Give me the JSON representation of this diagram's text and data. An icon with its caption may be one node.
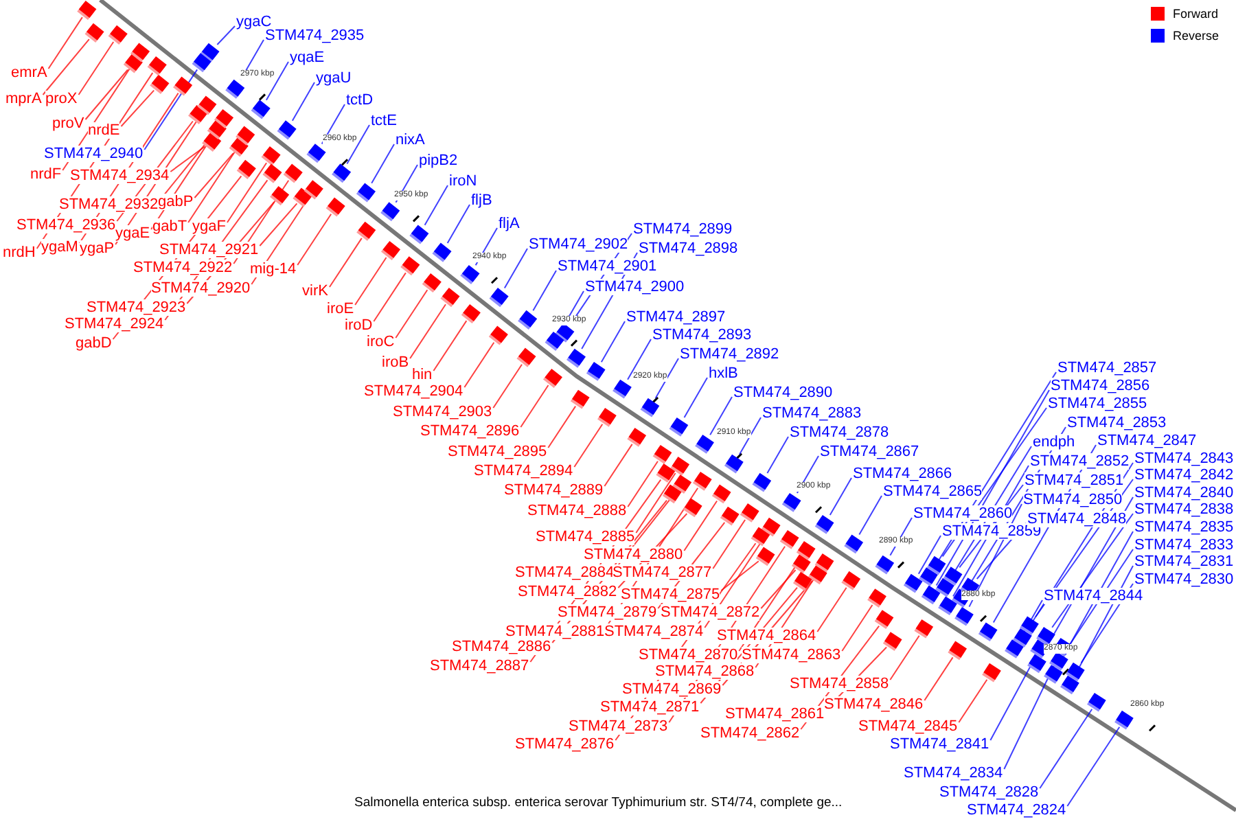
{
  "diagram": {
    "caption": "Salmonella enterica subsp. enterica serovar Typhimurium str. ST4/74, complete ge...",
    "nodes": [
      {
        "text": [
          "emrA"
        ]
      },
      {
        "text": [
          "mprA"
        ]
      },
      {
        "text": [
          "proX"
        ]
      },
      {
        "text": [
          "proV"
        ]
      },
      {
        "text": [
          "nrdE"
        ]
      },
      {
        "text": [
          "nrdF"
        ]
      },
      {
        "text": [
          "STM474_2934"
        ]
      },
      {
        "text": [
          "STM474_2932"
        ]
      },
      {
        "text": [
          "gabP"
        ]
      },
      {
        "text": [
          "STM474_2936"
        ]
      },
      {
        "text": [
          "gabT"
        ]
      },
      {
        "text": [
          "ygaF"
        ]
      },
      {
        "text": [
          "ygaE"
        ]
      },
      {
        "text": [
          "nrdH"
        ]
      },
      {
        "text": [
          "ygaM"
        ]
      },
      {
        "text": [
          "ygaP"
        ]
      },
      {
        "text": [
          "STM474_2921"
        ]
      },
      {
        "text": [
          "STM474_2922"
        ]
      },
      {
        "text": [
          "mig-14"
        ]
      },
      {
        "text": [
          "STM474_2920"
        ]
      },
      {
        "text": [
          "virK"
        ]
      },
      {
        "text": [
          "STM474_2923"
        ]
      },
      {
        "text": [
          "STM474_2924"
        ]
      },
      {
        "text": [
          "gabD"
        ]
      },
      {
        "text": [
          "iroE"
        ]
      },
      {
        "text": [
          "iroD"
        ]
      },
      {
        "text": [
          "iroC"
        ]
      },
      {
        "text": [
          "iroB"
        ]
      },
      {
        "text": [
          "hin"
        ]
      },
      {
        "text": [
          "STM474_2904"
        ]
      },
      {
        "text": [
          "STM474_2903"
        ]
      },
      {
        "text": [
          "STM474_2896"
        ]
      },
      {
        "text": [
          "STM474_2895"
        ]
      },
      {
        "text": [
          "STM474_2894"
        ]
      },
      {
        "text": [
          "STM474_2889"
        ]
      },
      {
        "text": [
          "STM474_2888"
        ]
      },
      {
        "text": [
          "STM474_2885"
        ]
      },
      {
        "text": [
          "STM474_2880"
        ]
      },
      {
        "text": [
          "STM474_2884"
        ]
      },
      {
        "text": [
          "STM474_2877"
        ]
      },
      {
        "text": [
          "STM474_2882"
        ]
      },
      {
        "text": [
          "STM474_2875"
        ]
      },
      {
        "text": [
          "STM474_2879"
        ]
      },
      {
        "text": [
          "STM474_2872"
        ]
      },
      {
        "text": [
          "STM474_2881"
        ]
      },
      {
        "text": [
          "STM474_2874"
        ]
      },
      {
        "text": [
          "STM474_2886"
        ]
      },
      {
        "text": [
          "STM474_2887"
        ]
      },
      {
        "text": [
          "STM474_2864"
        ]
      },
      {
        "text": [
          "STM474_2870"
        ]
      },
      {
        "text": [
          "STM474_2863"
        ]
      },
      {
        "text": [
          "STM474_2868"
        ]
      },
      {
        "text": [
          "STM474_2869"
        ]
      },
      {
        "text": [
          "STM474_2858"
        ]
      },
      {
        "text": [
          "STM474_2871"
        ]
      },
      {
        "text": [
          "STM474_2846"
        ]
      },
      {
        "text": [
          "STM474_2873"
        ]
      },
      {
        "text": [
          "STM474_2861"
        ]
      },
      {
        "text": [
          "STM474_2845"
        ]
      },
      {
        "text": [
          "STM474_2876"
        ]
      },
      {
        "text": [
          "STM474_2862"
        ]
      },
      {
        "text": [
          "ygaC"
        ]
      },
      {
        "text": [
          "STM474_2935"
        ]
      },
      {
        "text": [
          "yqaE"
        ]
      },
      {
        "text": [
          "ygaU"
        ]
      },
      {
        "text": [
          "STM474_2940"
        ]
      },
      {
        "text": [
          "tctD"
        ]
      },
      {
        "text": [
          "tctE"
        ]
      },
      {
        "text": [
          "nixA"
        ]
      },
      {
        "text": [
          "pipB2"
        ]
      },
      {
        "text": [
          "iroN"
        ]
      },
      {
        "text": [
          "fljB"
        ]
      },
      {
        "text": [
          "fljA"
        ]
      },
      {
        "text": [
          "STM474_2902"
        ]
      },
      {
        "text": [
          "STM474_2899"
        ]
      },
      {
        "text": [
          "STM474_2898"
        ]
      },
      {
        "text": [
          "STM474_2901"
        ]
      },
      {
        "text": [
          "STM474_2900"
        ]
      },
      {
        "text": [
          "STM474_2897"
        ]
      },
      {
        "text": [
          "STM474_2893"
        ]
      },
      {
        "text": [
          "STM474_2892"
        ]
      },
      {
        "text": [
          "hxlB"
        ]
      },
      {
        "text": [
          "STM474_2890"
        ]
      },
      {
        "text": [
          "STM474_2883"
        ]
      },
      {
        "text": [
          "STM474_2878"
        ]
      },
      {
        "text": [
          "STM474_2867"
        ]
      },
      {
        "text": [
          "STM474_2866"
        ]
      },
      {
        "text": [
          "STM474_2865"
        ]
      },
      {
        "text": [
          "STM474_2860"
        ]
      },
      {
        "text": [
          "STM474_2859"
        ]
      },
      {
        "text": [
          "STM474_2857"
        ]
      },
      {
        "text": [
          "STM474_2856"
        ]
      },
      {
        "text": [
          "STM474_2855"
        ]
      },
      {
        "text": [
          "STM474_2853"
        ]
      },
      {
        "text": [
          "endph"
        ]
      },
      {
        "text": [
          "STM474_2847"
        ]
      },
      {
        "text": [
          "STM474_2852"
        ]
      },
      {
        "text": [
          "STM474_2843"
        ]
      },
      {
        "text": [
          "STM474_2851"
        ]
      },
      {
        "text": [
          "STM474_2842"
        ]
      },
      {
        "text": [
          "STM474_2850"
        ]
      },
      {
        "text": [
          "STM474_2840"
        ]
      },
      {
        "text": [
          "STM474_2848"
        ]
      },
      {
        "text": [
          "STM474_2838"
        ]
      },
      {
        "text": [
          "STM474_2835"
        ]
      },
      {
        "text": [
          "STM474_2833"
        ]
      },
      {
        "text": [
          "STM474_2831"
        ]
      },
      {
        "text": [
          "STM474_2830"
        ]
      },
      {
        "text": [
          "STM474_2844"
        ]
      },
      {
        "text": [
          "STM474_2841"
        ]
      },
      {
        "text": [
          "STM474_2834"
        ]
      },
      {
        "text": [
          "STM474_2828"
        ]
      },
      {
        "text": [
          "STM474_2824"
        ]
      },
      {
        "text": [],
        "shape": "box"
      },
      {
        "text": [],
        "shape": "box"
      },
      {
        "text": [],
        "shape": "box"
      },
      {
        "text": [],
        "shape": "box"
      },
      {
        "text": [],
        "shape": "box"
      },
      {
        "text": [],
        "shape": "box"
      },
      {
        "text": [],
        "shape": "box"
      },
      {
        "text": [],
        "shape": "box"
      },
      {
        "text": [],
        "shape": "box"
      },
      {
        "text": [],
        "shape": "box"
      },
      {
        "text": [],
        "shape": "box"
      },
      {
        "text": [],
        "shape": "box"
      },
      {
        "text": [],
        "shape": "box"
      },
      {
        "text": [],
        "shape": "box"
      },
      {
        "text": [],
        "shape": "box"
      },
      {
        "text": [],
        "shape": "box"
      },
      {
        "text": [],
        "shape": "box"
      },
      {
        "text": [],
        "shape": "box"
      },
      {
        "text": [],
        "shape": "box"
      },
      {
        "text": [],
        "shape": "box"
      },
      {
        "text": [],
        "shape": "box"
      },
      {
        "text": [],
        "shape": "box"
      },
      {
        "text": [],
        "shape": "box"
      },
      {
        "text": [],
        "shape": "box"
      },
      {
        "text": [],
        "shape": "box"
      },
      {
        "text": [],
        "shape": "box"
      },
      {
        "text": [],
        "shape": "box"
      },
      {
        "text": [],
        "shape": "box"
      },
      {
        "text": [],
        "shape": "box"
      },
      {
        "text": [],
        "shape": "box"
      },
      {
        "text": [],
        "shape": "box"
      },
      {
        "text": [],
        "shape": "box"
      },
      {
        "text": [],
        "shape": "box"
      },
      {
        "text": [],
        "shape": "box"
      },
      {
        "text": [],
        "shape": "box"
      },
      {
        "text": [],
        "shape": "box"
      },
      {
        "text": [],
        "shape": "box"
      },
      {
        "text": [],
        "shape": "box"
      },
      {
        "text": [],
        "shape": "box"
      },
      {
        "text": [],
        "shape": "box"
      },
      {
        "text": [],
        "shape": "box"
      },
      {
        "text": [],
        "shape": "box"
      },
      {
        "text": [],
        "shape": "box"
      },
      {
        "text": [],
        "shape": "box"
      },
      {
        "text": [],
        "shape": "box"
      },
      {
        "text": [],
        "shape": "box"
      },
      {
        "text": [],
        "shape": "box"
      },
      {
        "text": [],
        "shape": "box"
      },
      {
        "text": [],
        "shape": "box"
      },
      {
        "text": [],
        "shape": "box"
      },
      {
        "text": [],
        "shape": "box"
      },
      {
        "text": [],
        "shape": "box"
      },
      {
        "text": [],
        "shape": "box"
      },
      {
        "text": [],
        "shape": "box"
      },
      {
        "text": [],
        "shape": "box"
      },
      {
        "text": [],
        "shape": "box"
      },
      {
        "text": [],
        "shape": "box"
      },
      {
        "text": [],
        "shape": "box"
      },
      {
        "text": [],
        "shape": "box"
      },
      {
        "text": [],
        "shape": "box"
      },
      {
        "text": [],
        "shape": "box"
      },
      {
        "text": [],
        "shape": "box"
      },
      {
        "text": [],
        "shape": "box"
      },
      {
        "text": [],
        "shape": "box"
      },
      {
        "text": [],
        "shape": "box"
      },
      {
        "text": [],
        "shape": "box"
      },
      {
        "text": [],
        "shape": "box"
      },
      {
        "text": [],
        "shape": "box"
      },
      {
        "text": [],
        "shape": "box"
      },
      {
        "text": [],
        "shape": "box"
      },
      {
        "text": [],
        "shape": "box"
      },
      {
        "text": [],
        "shape": "box"
      },
      {
        "text": [],
        "shape": "box"
      },
      {
        "text": [],
        "shape": "box"
      },
      {
        "text": [],
        "shape": "box"
      },
      {
        "text": [],
        "shape": "box"
      },
      {
        "text": [],
        "shape": "box"
      },
      {
        "text": [],
        "shape": "box"
      },
      {
        "text": [],
        "shape": "box"
      },
      {
        "text": [],
        "shape": "box"
      },
      {
        "text": [],
        "shape": "box"
      },
      {
        "text": [],
        "shape": "box"
      },
      {
        "text": [],
        "shape": "box"
      },
      {
        "text": [],
        "shape": "box"
      },
      {
        "text": [],
        "shape": "box"
      },
      {
        "text": [],
        "shape": "box"
      },
      {
        "text": [],
        "shape": "box"
      },
      {
        "text": [],
        "shape": "box"
      },
      {
        "text": [],
        "shape": "box"
      },
      {
        "text": [],
        "shape": "box"
      },
      {
        "text": [],
        "shape": "box"
      },
      {
        "text": [],
        "shape": "box"
      },
      {
        "text": [],
        "shape": "box"
      },
      {
        "text": [],
        "shape": "box"
      },
      {
        "text": [],
        "shape": "box"
      },
      {
        "text": [],
        "shape": "box"
      },
      {
        "text": [],
        "shape": "box"
      },
      {
        "text": [],
        "shape": "box"
      },
      {
        "text": [],
        "shape": "box"
      },
      {
        "text": [],
        "shape": "box"
      },
      {
        "text": [],
        "shape": "box"
      },
      {
        "text": [],
        "shape": "box"
      },
      {
        "text": [],
        "shape": "box"
      },
      {
        "text": [],
        "shape": "box"
      },
      {
        "text": [],
        "shape": "box"
      },
      {
        "text": [],
        "shape": "box"
      },
      {
        "text": [],
        "shape": "box"
      },
      {
        "text": [],
        "shape": "box"
      },
      {
        "text": [],
        "shape": "box"
      },
      {
        "text": [],
        "shape": "box"
      },
      {
        "text": [],
        "shape": "box"
      },
      {
        "text": [],
        "shape": "box"
      },
      {
        "text": [],
        "shape": "box"
      }
    ],
    "edges": [
      {
        "from": 0,
        "to": 113,
        "arrow": "none"
      },
      {
        "from": 1,
        "to": 114,
        "arrow": "none"
      },
      {
        "from": 2,
        "to": 115,
        "arrow": "none"
      },
      {
        "from": 3,
        "to": 116,
        "arrow": "none"
      },
      {
        "from": 4,
        "to": 117,
        "arrow": "none"
      },
      {
        "from": 5,
        "to": 118,
        "arrow": "none"
      },
      {
        "from": 6,
        "to": 119,
        "arrow": "none"
      },
      {
        "from": 7,
        "to": 120,
        "arrow": "none"
      },
      {
        "from": 8,
        "to": 121,
        "arrow": "none"
      },
      {
        "from": 9,
        "to": 122,
        "arrow": "none"
      },
      {
        "from": 10,
        "to": 123,
        "arrow": "none"
      },
      {
        "from": 11,
        "to": 124,
        "arrow": "none"
      },
      {
        "from": 12,
        "to": 125,
        "arrow": "none"
      },
      {
        "from": 13,
        "to": 126,
        "arrow": "none"
      },
      {
        "from": 14,
        "to": 127,
        "arrow": "none"
      },
      {
        "from": 15,
        "to": 128,
        "arrow": "none"
      },
      {
        "from": 16,
        "to": 129,
        "arrow": "none"
      },
      {
        "from": 17,
        "to": 130,
        "arrow": "none"
      },
      {
        "from": 18,
        "to": 131,
        "arrow": "none"
      },
      {
        "from": 19,
        "to": 132,
        "arrow": "none"
      },
      {
        "from": 20,
        "to": 133,
        "arrow": "none"
      },
      {
        "from": 21,
        "to": 134,
        "arrow": "none"
      },
      {
        "from": 22,
        "to": 135,
        "arrow": "none"
      },
      {
        "from": 23,
        "to": 136,
        "arrow": "none"
      },
      {
        "from": 24,
        "to": 137,
        "arrow": "none"
      },
      {
        "from": 25,
        "to": 138,
        "arrow": "none"
      },
      {
        "from": 26,
        "to": 139,
        "arrow": "none"
      },
      {
        "from": 27,
        "to": 140,
        "arrow": "none"
      },
      {
        "from": 28,
        "to": 141,
        "arrow": "none"
      },
      {
        "from": 29,
        "to": 142,
        "arrow": "none"
      },
      {
        "from": 30,
        "to": 143,
        "arrow": "none"
      },
      {
        "from": 31,
        "to": 144,
        "arrow": "none"
      },
      {
        "from": 32,
        "to": 145,
        "arrow": "none"
      },
      {
        "from": 33,
        "to": 146,
        "arrow": "none"
      },
      {
        "from": 34,
        "to": 147,
        "arrow": "none"
      },
      {
        "from": 35,
        "to": 148,
        "arrow": "none"
      },
      {
        "from": 36,
        "to": 149,
        "arrow": "none"
      },
      {
        "from": 37,
        "to": 150,
        "arrow": "none"
      },
      {
        "from": 38,
        "to": 151,
        "arrow": "none"
      },
      {
        "from": 39,
        "to": 152,
        "arrow": "none"
      },
      {
        "from": 40,
        "to": 153,
        "arrow": "none"
      },
      {
        "from": 41,
        "to": 154,
        "arrow": "none"
      },
      {
        "from": 42,
        "to": 155,
        "arrow": "none"
      },
      {
        "from": 43,
        "to": 156,
        "arrow": "none"
      },
      {
        "from": 44,
        "to": 157,
        "arrow": "none"
      },
      {
        "from": 45,
        "to": 158,
        "arrow": "none"
      },
      {
        "from": 46,
        "to": 159,
        "arrow": "none"
      },
      {
        "from": 47,
        "to": 160,
        "arrow": "none"
      },
      {
        "from": 48,
        "to": 161,
        "arrow": "none"
      },
      {
        "from": 49,
        "to": 162,
        "arrow": "none"
      },
      {
        "from": 50,
        "to": 163,
        "arrow": "none"
      },
      {
        "from": 51,
        "to": 164,
        "arrow": "none"
      },
      {
        "from": 52,
        "to": 165,
        "arrow": "none"
      },
      {
        "from": 53,
        "to": 166,
        "arrow": "none"
      },
      {
        "from": 54,
        "to": 167,
        "arrow": "none"
      },
      {
        "from": 55,
        "to": 168,
        "arrow": "none"
      },
      {
        "from": 56,
        "to": 169,
        "arrow": "none"
      },
      {
        "from": 57,
        "to": 170,
        "arrow": "none"
      },
      {
        "from": 58,
        "to": 171,
        "arrow": "none"
      },
      {
        "from": 59,
        "to": 172,
        "arrow": "none"
      },
      {
        "from": 60,
        "to": 173,
        "arrow": "none"
      },
      {
        "from": 61,
        "to": 174,
        "arrow": "none",
        "color": "#0000ff"
      },
      {
        "from": 62,
        "to": 175,
        "arrow": "none",
        "color": "#0000ff"
      },
      {
        "from": 63,
        "to": 176,
        "arrow": "none",
        "color": "#0000ff"
      },
      {
        "from": 64,
        "to": 177,
        "arrow": "none",
        "color": "#0000ff"
      },
      {
        "from": 65,
        "to": 178,
        "arrow": "none",
        "color": "#0000ff"
      },
      {
        "from": 66,
        "to": 179,
        "arrow": "none",
        "color": "#0000ff"
      },
      {
        "from": 67,
        "to": 180,
        "arrow": "none",
        "color": "#0000ff"
      },
      {
        "from": 68,
        "to": 181,
        "arrow": "none",
        "color": "#0000ff"
      },
      {
        "from": 69,
        "to": 182,
        "arrow": "none",
        "color": "#0000ff"
      },
      {
        "from": 70,
        "to": 183,
        "arrow": "none",
        "color": "#0000ff"
      },
      {
        "from": 71,
        "to": 184,
        "arrow": "none",
        "color": "#0000ff"
      },
      {
        "from": 72,
        "to": 185,
        "arrow": "none",
        "color": "#0000ff"
      },
      {
        "from": 73,
        "to": 186,
        "arrow": "none",
        "color": "#0000ff"
      },
      {
        "from": 74,
        "to": 187,
        "arrow": "none",
        "color": "#0000ff"
      },
      {
        "from": 75,
        "to": 188,
        "arrow": "none",
        "color": "#0000ff"
      },
      {
        "from": 76,
        "to": 189,
        "arrow": "none",
        "color": "#0000ff"
      },
      {
        "from": 77,
        "to": 190,
        "arrow": "none",
        "color": "#0000ff"
      },
      {
        "from": 78,
        "to": 191,
        "arrow": "none",
        "color": "#0000ff"
      },
      {
        "from": 79,
        "to": 192,
        "arrow": "none",
        "color": "#0000ff"
      },
      {
        "from": 80,
        "to": 193,
        "arrow": "none",
        "color": "#0000ff"
      },
      {
        "from": 81,
        "to": 194,
        "arrow": "none",
        "color": "#0000ff"
      },
      {
        "from": 82,
        "to": 195,
        "arrow": "none",
        "color": "#0000ff"
      },
      {
        "from": 83,
        "to": 196,
        "arrow": "none",
        "color": "#0000ff"
      },
      {
        "from": 84,
        "to": 197,
        "arrow": "none",
        "color": "#0000ff"
      },
      {
        "from": 85,
        "to": 198,
        "arrow": "none",
        "color": "#0000ff"
      },
      {
        "from": 86,
        "to": 199,
        "arrow": "none",
        "color": "#0000ff"
      },
      {
        "from": 87,
        "to": 200,
        "arrow": "none",
        "color": "#0000ff"
      },
      {
        "from": 88,
        "to": 201,
        "arrow": "none",
        "color": "#0000ff"
      },
      {
        "from": 89,
        "to": 202,
        "arrow": "none",
        "color": "#0000ff"
      },
      {
        "from": 90,
        "to": 203,
        "arrow": "none",
        "color": "#0000ff"
      },
      {
        "from": 91,
        "to": 204,
        "arrow": "none",
        "color": "#0000ff"
      },
      {
        "from": 92,
        "to": 205,
        "arrow": "none",
        "color": "#0000ff"
      },
      {
        "from": 93,
        "to": 206,
        "arrow": "none",
        "color": "#0000ff"
      },
      {
        "from": 94,
        "to": 207,
        "arrow": "none",
        "color": "#0000ff"
      },
      {
        "from": 95,
        "to": 208,
        "arrow": "none",
        "color": "#0000ff"
      },
      {
        "from": 96,
        "to": 209,
        "arrow": "none",
        "color": "#0000ff"
      },
      {
        "from": 97,
        "to": 210,
        "arrow": "none",
        "color": "#0000ff"
      },
      {
        "from": 98,
        "to": 211,
        "arrow": "none",
        "color": "#0000ff"
      },
      {
        "from": 99,
        "to": 212,
        "arrow": "none",
        "color": "#0000ff"
      },
      {
        "from": 100,
        "to": 213,
        "arrow": "none",
        "color": "#0000ff"
      },
      {
        "from": 101,
        "to": 214,
        "arrow": "none",
        "color": "#0000ff"
      },
      {
        "from": 102,
        "to": 215,
        "arrow": "none",
        "color": "#0000ff"
      },
      {
        "from": 103,
        "to": 216,
        "arrow": "none",
        "color": "#0000ff"
      },
      {
        "from": 104,
        "to": 217,
        "arrow": "none",
        "color": "#0000ff"
      },
      {
        "from": 105,
        "to": 218,
        "arrow": "none",
        "color": "#0000ff"
      },
      {
        "from": 106,
        "to": 219,
        "arrow": "none",
        "color": "#0000ff"
      },
      {
        "from": 107,
        "to": 220,
        "arrow": "none",
        "color": "#0000ff"
      },
      {
        "from": 108,
        "to": 221,
        "arrow": "none",
        "color": "#0000ff"
      },
      {
        "from": 109,
        "to": 222,
        "arrow": "none",
        "color": "#0000ff"
      },
      {
        "from": 110,
        "to": 223,
        "arrow": "none",
        "color": "#0000ff"
      },
      {
        "from": 111,
        "to": 224,
        "arrow": "none",
        "color": "#0000ff"
      },
      {
        "from": 112,
        "to": 225,
        "arrow": "none",
        "color": "#0000ff"
      }
    ],
    "labels": [
      "2970 kbp",
      "2960 kbp",
      "2950 kbp",
      "2940 kbp",
      "2930 kbp",
      "2920 kbp",
      "2910 kbp",
      "2900 kbp",
      "2890 kbp",
      "2880 kbp",
      "2870 kbp",
      "2860 kbp"
    ],
    "legend": [
      {
        "text": "Forward",
        "color": "#ff0000"
      },
      {
        "text": "Reverse",
        "color": "#0000ff"
      }
    ]
  }
}
